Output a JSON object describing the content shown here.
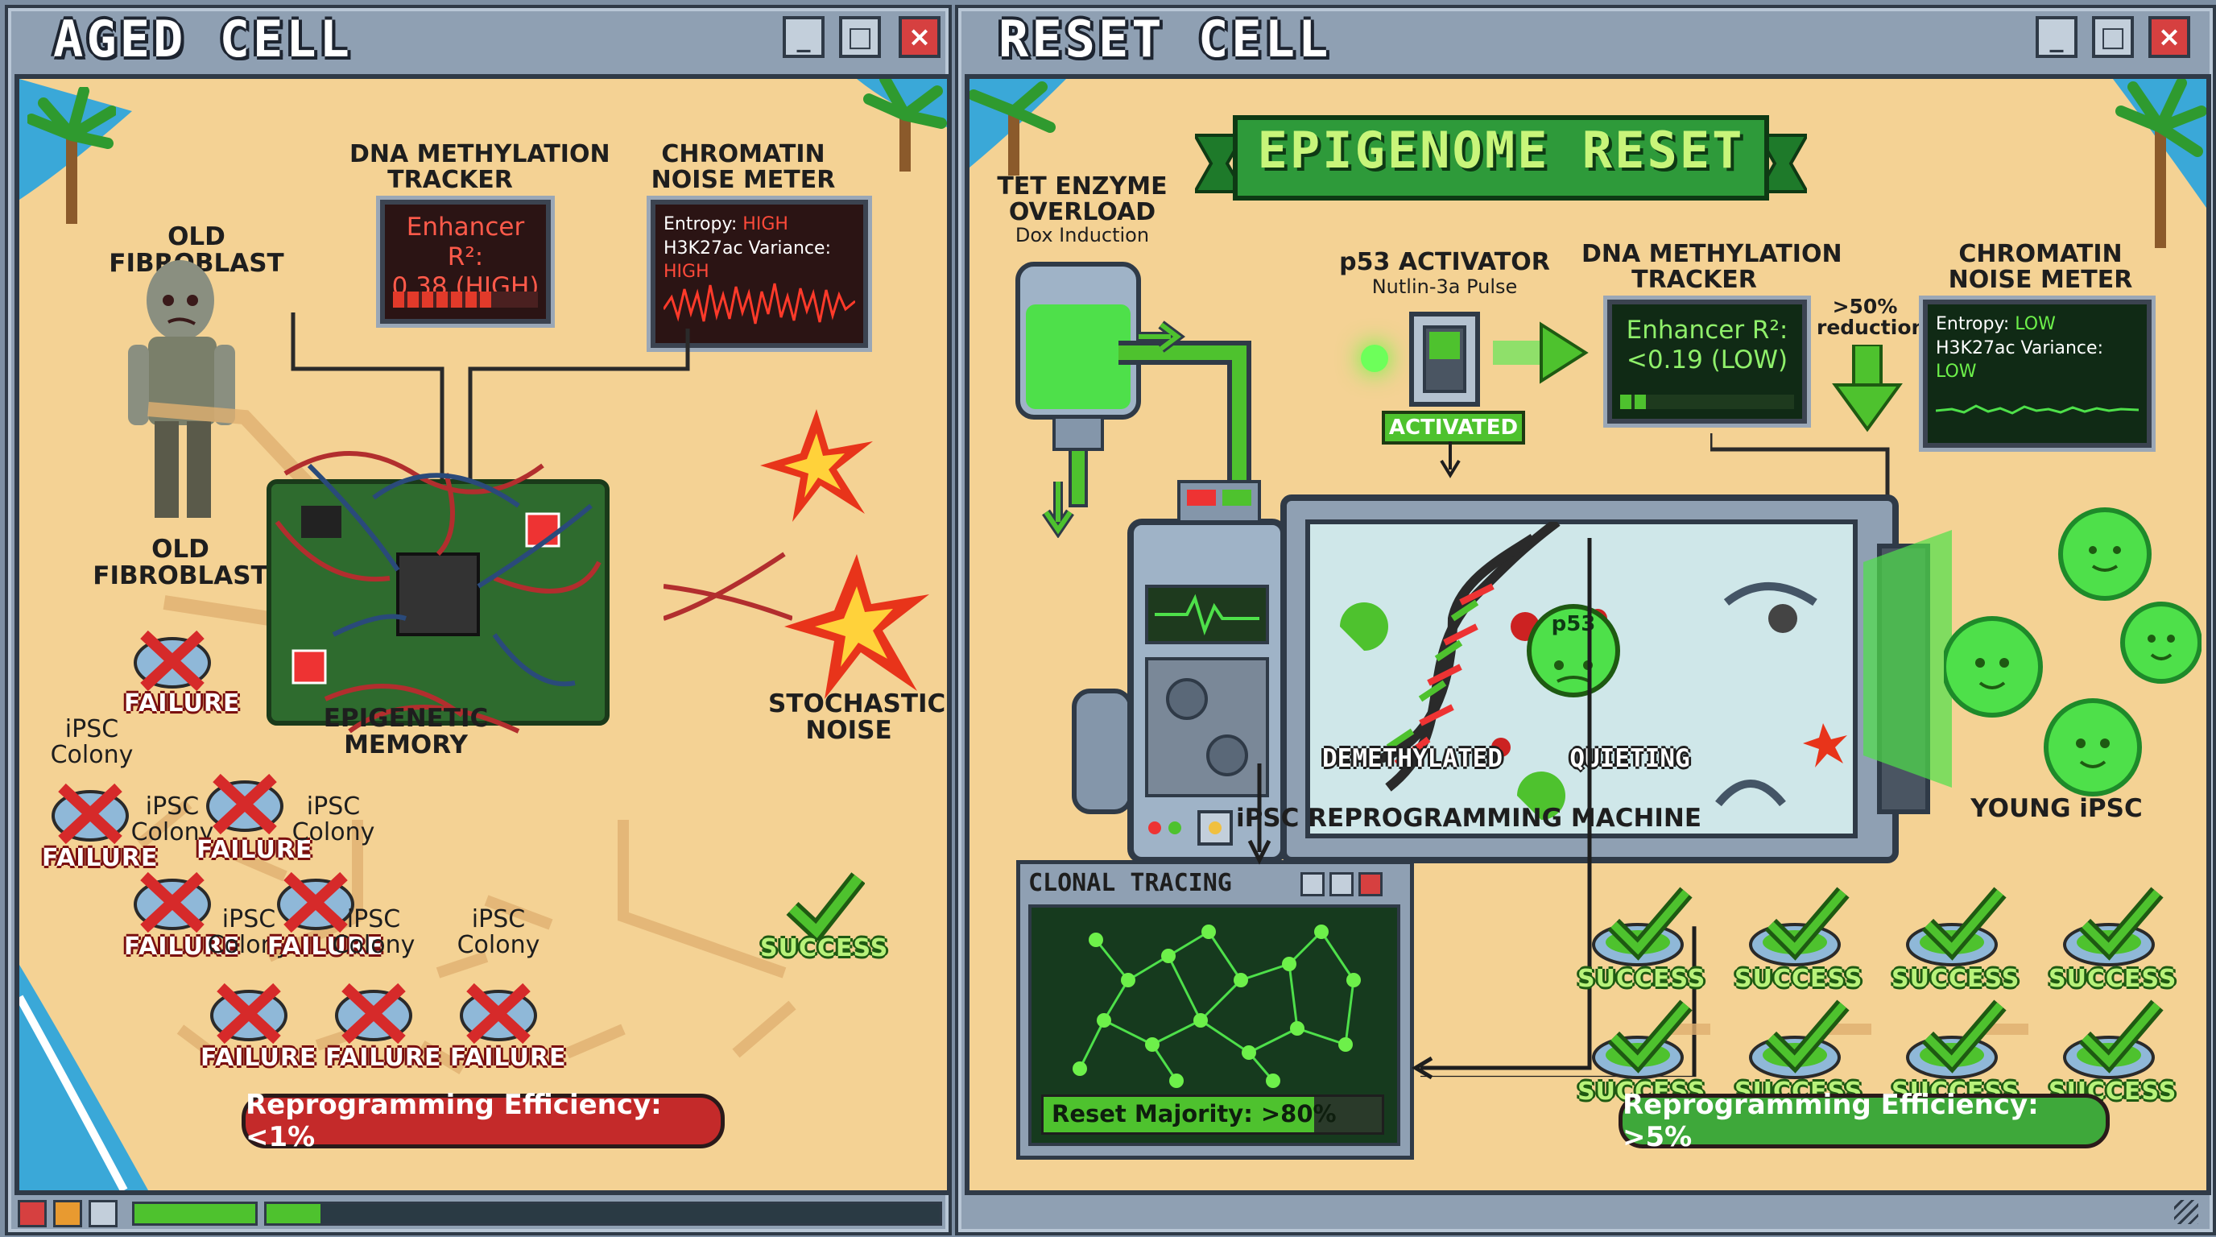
{
  "left_window": {
    "title": "AGED CELL",
    "dna_tracker": {
      "title": "DNA METHYLATION\nTRACKER",
      "readout_label": "Enhancer R²:",
      "readout_value": "0.38 (HIGH)"
    },
    "noise_meter": {
      "title": "CHROMATIN\nNOISE METER",
      "entropy_label": "Entropy:",
      "entropy_value": "HIGH",
      "variance_label": "H3K27ac Variance:",
      "variance_value": "HIGH"
    },
    "fibroblast_top": "OLD FIBROBLAST",
    "fibroblast_bottom": "OLD FIBROBLAST",
    "memory_label": "EPIGENETIC MEMORY",
    "noise_label": "STOCHASTIC\nNOISE",
    "colony_label": "iPSC\nColony",
    "failure_label": "FAILURE",
    "success_label": "SUCCESS",
    "efficiency": "Reprogramming Efficiency: <1%"
  },
  "right_window": {
    "title": "RESET CELL",
    "banner": "EPIGENOME RESET",
    "tet": {
      "title": "TET ENZYME\nOVERLOAD",
      "sub": "Dox Induction"
    },
    "p53": {
      "title": "p53 ACTIVATOR",
      "sub": "Nutlin-3a Pulse",
      "status": "ACTIVATED",
      "cell_label": "p53"
    },
    "dna_tracker": {
      "title": "DNA METHYLATION\nTRACKER",
      "readout_label": "Enhancer R²:",
      "readout_value": "<0.19 (LOW)"
    },
    "reduction": ">50%\nreduction",
    "noise_meter": {
      "title": "CHROMATIN\nNOISE METER",
      "entropy_label": "Entropy:",
      "entropy_value": "LOW",
      "variance_label": "H3K27ac Variance:",
      "variance_value": "LOW"
    },
    "demethylated": "DEMETHYLATED",
    "quieting": "QUIETING",
    "machine_label": "iPSC REPROGRAMMING MACHINE",
    "young_label": "YOUNG iPSC",
    "clonal": {
      "title": "CLONAL TRACING",
      "majority": "Reset Majority: >80%"
    },
    "success_label": "SUCCESS",
    "efficiency": "Reprogramming Efficiency: >5%"
  },
  "colors": {
    "bg": "#7d8fa3",
    "sand": "#f4d294",
    "failure_red": "#d62a2a",
    "success_green": "#4ec22e",
    "screen_red": "#2b1414",
    "screen_green": "#102a15"
  },
  "icons": [
    "minimize-icon",
    "maximize-icon",
    "close-icon",
    "palm-tree-icon",
    "zombie-fibroblast-icon",
    "circuit-board-icon",
    "spark-icon",
    "failure-x-icon",
    "success-check-icon",
    "toggle-switch-icon",
    "green-arrow-icon",
    "tank-icon",
    "machine-icon",
    "dna-helix-icon",
    "ipsc-face-icon",
    "petri-dish-icon",
    "network-graph-icon"
  ]
}
